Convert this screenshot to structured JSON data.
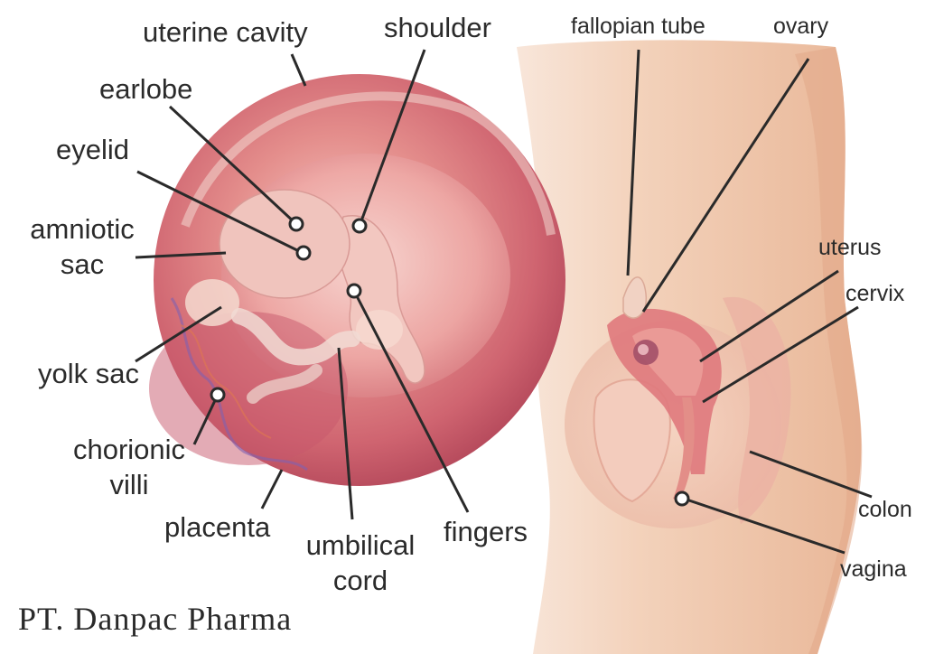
{
  "labels": {
    "uterine_cavity": "uterine cavity",
    "shoulder": "shoulder",
    "earlobe": "earlobe",
    "eyelid": "eyelid",
    "amniotic_sac_line1": "amniotic",
    "amniotic_sac_line2": "sac",
    "yolk_sac": "yolk sac",
    "chorionic_villi_line1": "chorionic",
    "chorionic_villi_line2": "villi",
    "placenta": "placenta",
    "umbilical_cord_line1": "umbilical",
    "umbilical_cord_line2": "cord",
    "fingers": "fingers",
    "fallopian_tube": "fallopian tube",
    "ovary": "ovary",
    "uterus": "uterus",
    "cervix": "cervix",
    "colon": "colon",
    "vagina": "vagina"
  },
  "watermark": "PT. Danpac Pharma",
  "colors": {
    "skin": "#f2cdb0",
    "womb": "#d9606a",
    "label_text": "#2b2b2b",
    "leader_line": "#2a2a2a"
  }
}
